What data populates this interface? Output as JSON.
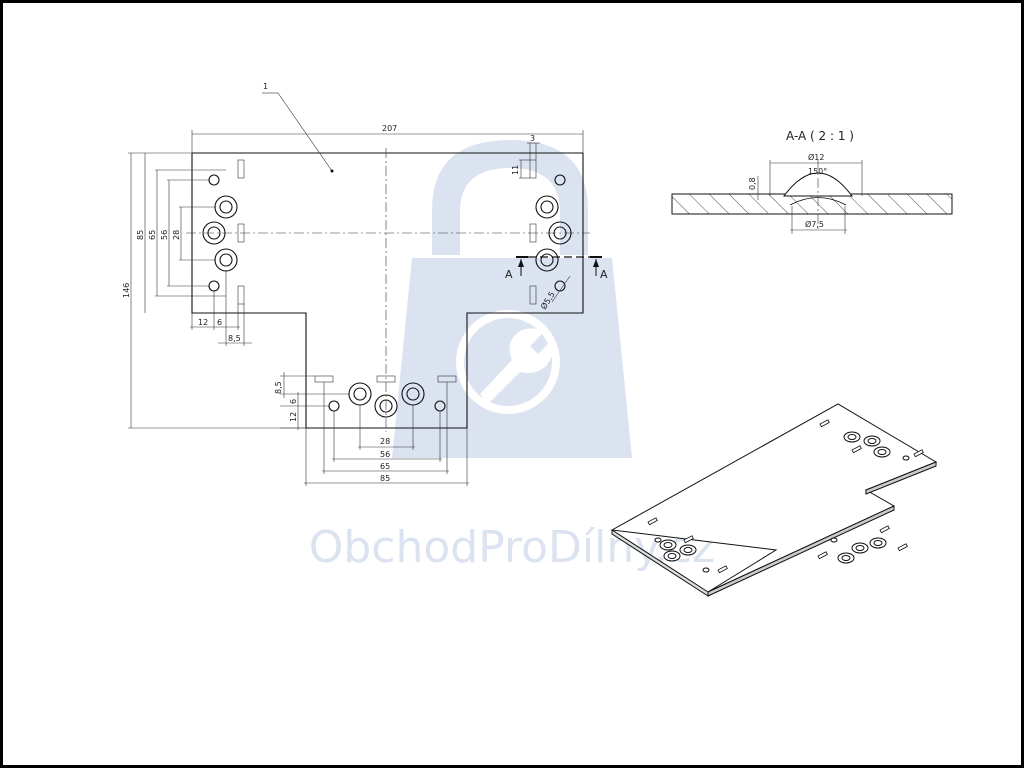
{
  "drawing": {
    "part_number": "1",
    "dimensions": {
      "overall_width": "207",
      "overall_height": "146",
      "left_85": "85",
      "left_65": "65",
      "left_56": "56",
      "left_28": "28",
      "left_12": "12",
      "left_6": "6",
      "left_8_5": "8,5",
      "top_3": "3",
      "top_11": "11",
      "bottom_28": "28",
      "bottom_56": "56",
      "bottom_65": "65",
      "bottom_85": "85",
      "bottom_8_5": "8,5",
      "bottom_6": "6",
      "bottom_12": "12",
      "hole_diameter": "Ø5,5"
    },
    "section_marker": "A"
  },
  "section_view": {
    "title": "A-A ( 2 : 1 )",
    "d12": "Ø12",
    "angle": "150°",
    "thickness": "0,8",
    "d7_5": "Ø7,5"
  },
  "watermark": {
    "text": "ObchodProDílny.cz",
    "color": "#dbe3f1"
  }
}
